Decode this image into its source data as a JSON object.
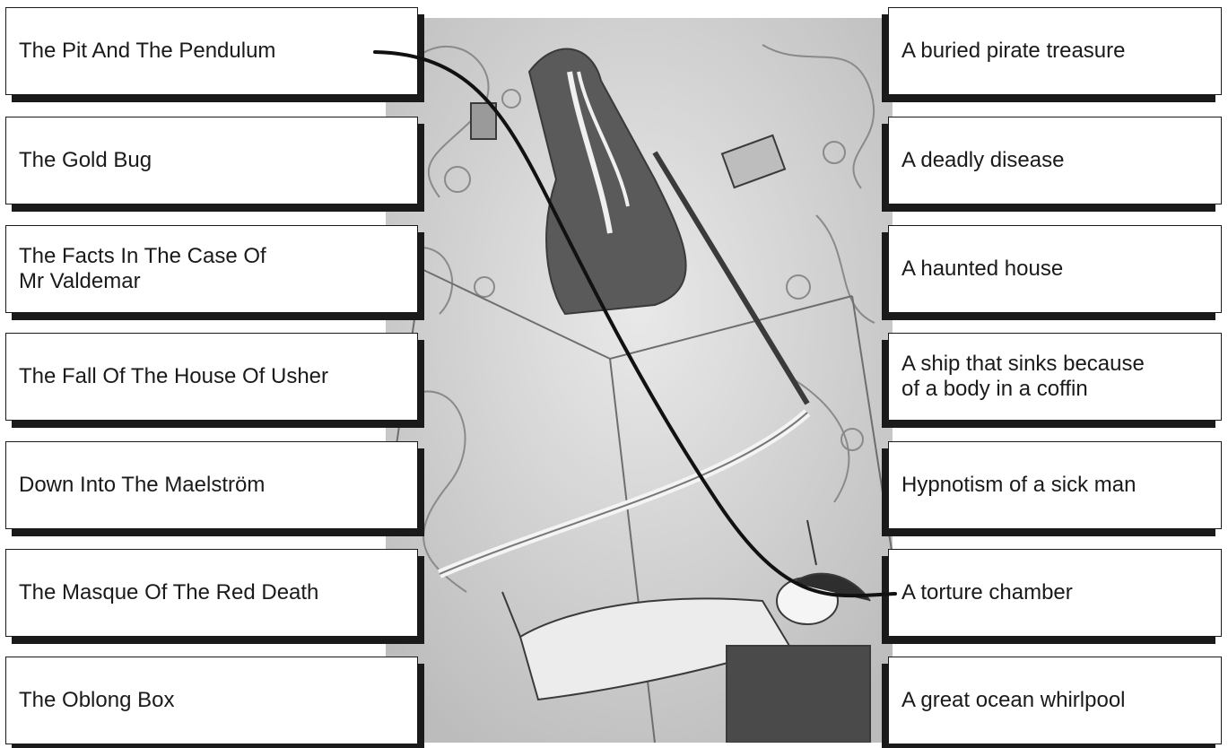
{
  "stories": [
    {
      "label": "The Pit And The Pendulum"
    },
    {
      "label": "The Gold Bug"
    },
    {
      "label": "The Facts In The Case Of\nMr Valdemar"
    },
    {
      "label": "The Fall Of The House Of Usher"
    },
    {
      "label": "Down Into The Maelström"
    },
    {
      "label": "The Masque Of The Red Death"
    },
    {
      "label": "The Oblong Box"
    }
  ],
  "descriptions": [
    {
      "label": "A buried pirate treasure"
    },
    {
      "label": "A deadly disease"
    },
    {
      "label": "A haunted house"
    },
    {
      "label": "A ship that sinks because\nof a body in a coffin"
    },
    {
      "label": "Hypnotism of a sick man"
    },
    {
      "label": "A torture chamber"
    },
    {
      "label": "A great ocean whirlpool"
    }
  ],
  "matched_pair": {
    "story": "The Pit And The Pendulum",
    "description": "A torture chamber"
  }
}
